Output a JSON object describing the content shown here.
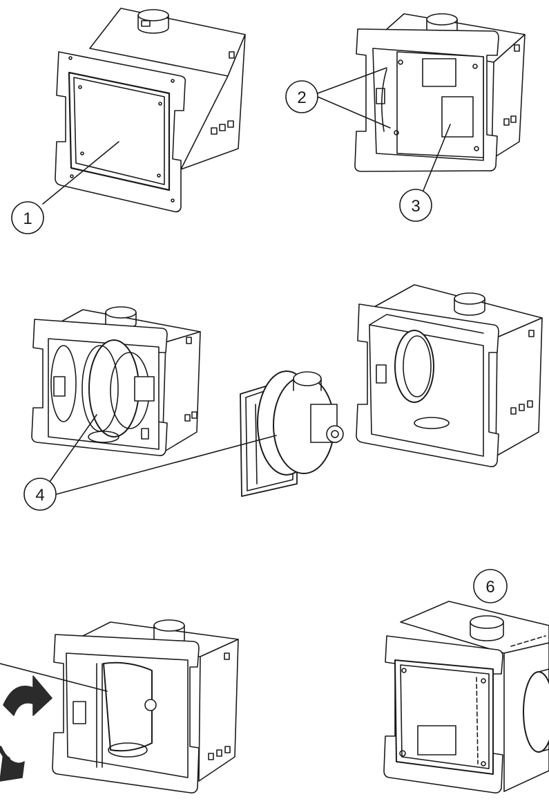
{
  "callouts": {
    "c1": "1",
    "c2": "2",
    "c3": "3",
    "c4": "4",
    "c6": "6"
  },
  "colors": {
    "line": "#1a1a1a",
    "fill": "#ffffff",
    "shade": "#d9d9d9",
    "arrow": "#2b2b2b"
  }
}
